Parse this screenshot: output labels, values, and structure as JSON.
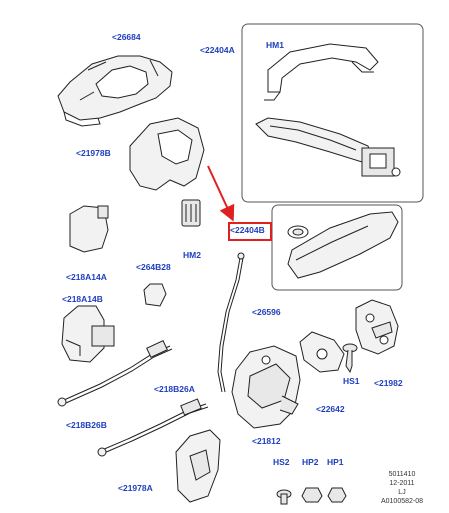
{
  "labels": {
    "l26684": "<26684",
    "l22404a": "<22404A",
    "lhm1": "HM1",
    "l21978b": "<21978B",
    "l22404b": "<22404B",
    "lhm2": "HM2",
    "l218a14a": "<218A14A",
    "l264b28": "<264B28",
    "l218a14b": "<218A14B",
    "l26596": "<26596",
    "lhs1": "HS1",
    "l21982": "<21982",
    "l218b26a": "<218B26A",
    "l22642": "<22642",
    "l218b26b": "<218B26B",
    "l21812": "<21812",
    "lhs2": "HS2",
    "lhp2": "HP2",
    "lhp1": "HP1",
    "l21978a": "<21978A"
  },
  "footer": {
    "code": "5011410",
    "date": "12-2011",
    "initials": "LJ",
    "ref": "A0100582-08"
  },
  "colors": {
    "label": "#1f3fbf",
    "highlight": "#e02020",
    "part_fill": "#f2f2f2",
    "part_stroke": "#222222"
  }
}
